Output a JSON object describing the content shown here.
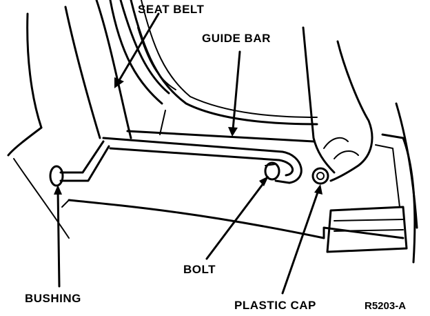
{
  "labels": {
    "seat_belt": "SEAT BELT",
    "guide_bar": "GUIDE BAR",
    "bolt": "BOLT",
    "bushing": "BUSHING",
    "plastic_cap": "PLASTIC CAP",
    "figure_ref": "R5203-A"
  }
}
